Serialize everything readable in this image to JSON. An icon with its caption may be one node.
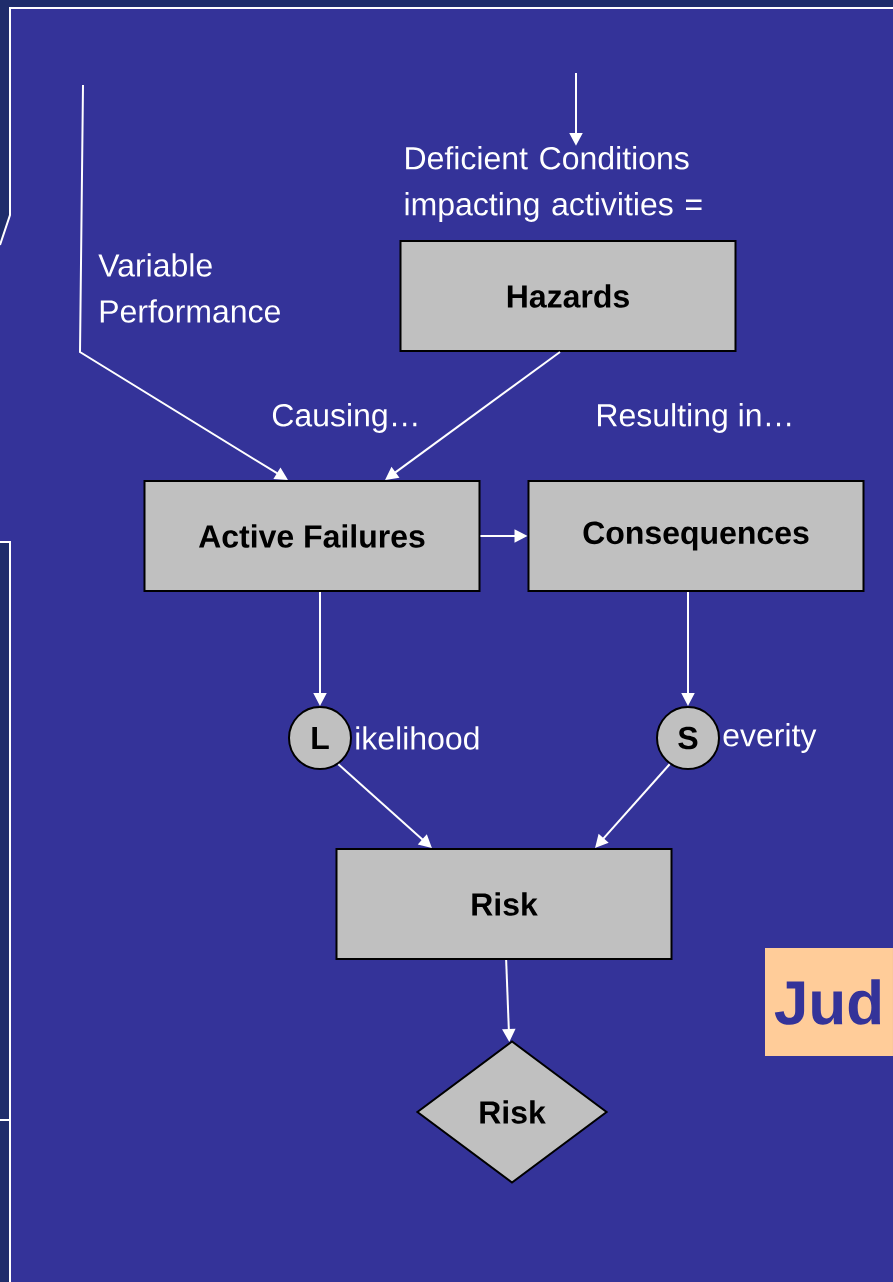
{
  "diagram": {
    "nodes": [
      {
        "text": [
          "Deficient Conditions impacting activities ="
        ]
      },
      {
        "text": [
          "Hazards"
        ]
      },
      {
        "text": [
          "Active Failures"
        ]
      },
      {
        "text": [
          "Consequences"
        ]
      },
      {
        "text": [
          "L"
        ],
        "beside": [
          "ikelihood"
        ]
      },
      {
        "text": [
          "S"
        ],
        "beside": [
          "everity"
        ]
      },
      {
        "text": [
          "Risk"
        ]
      },
      {
        "text": [
          "Risk"
        ]
      },
      {
        "text": [
          "Jud"
        ]
      }
    ],
    "edges": [
      {
        "from": null,
        "to": 0,
        "arrow": "to"
      },
      {
        "from": null,
        "to": 2,
        "arrow": "to",
        "label": "Variable Performance"
      },
      {
        "from": 1,
        "to": 2,
        "arrow": "to"
      },
      {
        "from": 2,
        "to": 3,
        "arrow": "to"
      },
      {
        "from": 2,
        "to": 4,
        "arrow": "to"
      },
      {
        "from": 3,
        "to": 5,
        "arrow": "to"
      },
      {
        "from": 4,
        "to": 6,
        "arrow": "to"
      },
      {
        "from": 5,
        "to": 6,
        "arrow": "to"
      },
      {
        "from": 6,
        "to": 7,
        "arrow": "to"
      }
    ],
    "labels": [
      "Causing…",
      "Resulting in…"
    ]
  }
}
